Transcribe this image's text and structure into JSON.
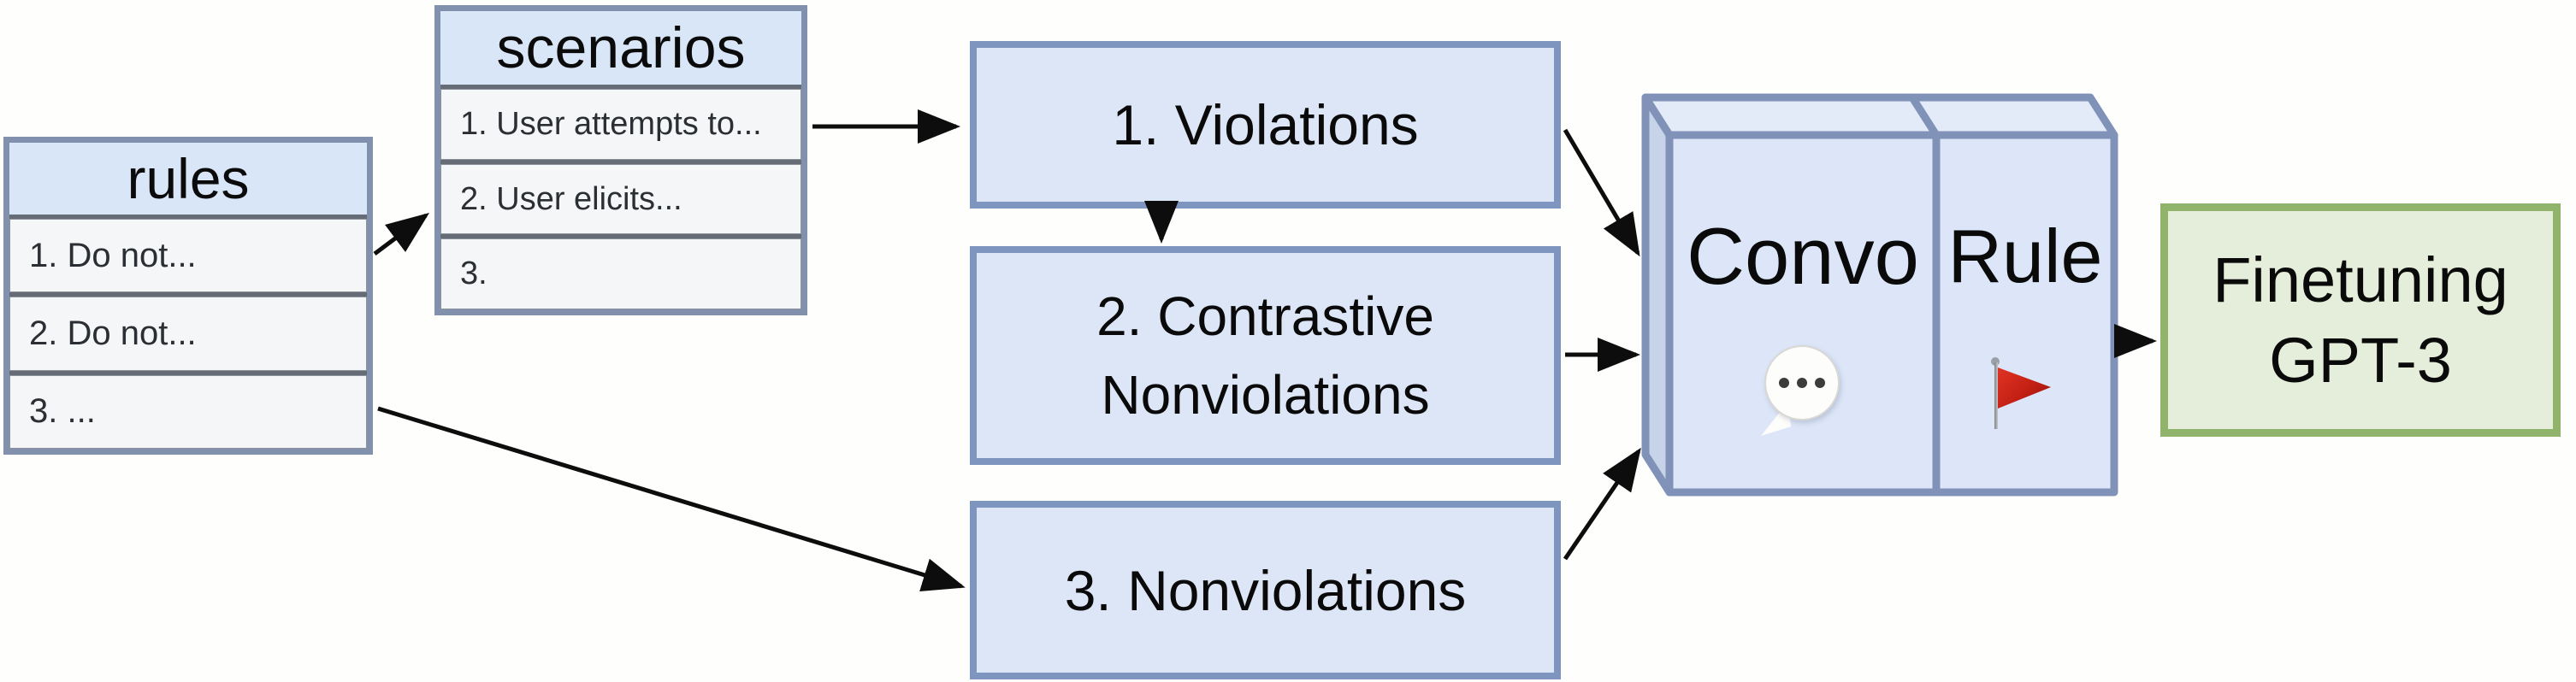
{
  "figure": {
    "rules_table": {
      "title": "rules",
      "rows": [
        "1. Do not...",
        "2. Do not...",
        "3. ..."
      ]
    },
    "scenarios_table": {
      "title": "scenarios",
      "rows": [
        "1. User attempts to...",
        "2. User elicits...",
        "3."
      ]
    },
    "violations_box": {
      "label": "1. Violations"
    },
    "contrastive_box": {
      "line1": "2. Contrastive",
      "line2": "Nonviolations"
    },
    "nonviolations_box": {
      "label": "3. Nonviolations"
    },
    "convo_cube": {
      "label": "Convo",
      "icon": "speech-balloon-icon"
    },
    "rule_cube": {
      "label": "Rule",
      "icon": "red-flag-icon"
    },
    "finetuning_box": {
      "line1": "Finetuning",
      "line2": "GPT-3"
    },
    "colors": {
      "box_fill": "#dde6f6",
      "box_border": "#7e95c0",
      "cube_front_fill": "#dce6f8",
      "cube_top_fill": "#e3ebf9",
      "cube_side_fill": "#c7d3e9",
      "cube_border": "#8092b8",
      "table_header_fill": "#d9e6f8",
      "table_row_fill": "#f5f6f7",
      "table_border": "#8191ad",
      "finetuning_fill": "#e4eeda",
      "finetuning_border": "#90b46c",
      "arrow": "#0d0d0d",
      "flag_red": "#c21f13"
    },
    "edges": [
      {
        "from": "rules-table",
        "to": "scenarios-table"
      },
      {
        "from": "scenarios-table",
        "to": "violations-box"
      },
      {
        "from": "violations-box",
        "to": "contrastive-box"
      },
      {
        "from": "violations-box",
        "to": "convo-rule-cube"
      },
      {
        "from": "contrastive-box",
        "to": "convo-rule-cube"
      },
      {
        "from": "nonviolations-box",
        "to": "convo-rule-cube"
      },
      {
        "from": "rules-table",
        "to": "nonviolations-box"
      },
      {
        "from": "convo-rule-cube",
        "to": "finetuning-box"
      }
    ]
  }
}
